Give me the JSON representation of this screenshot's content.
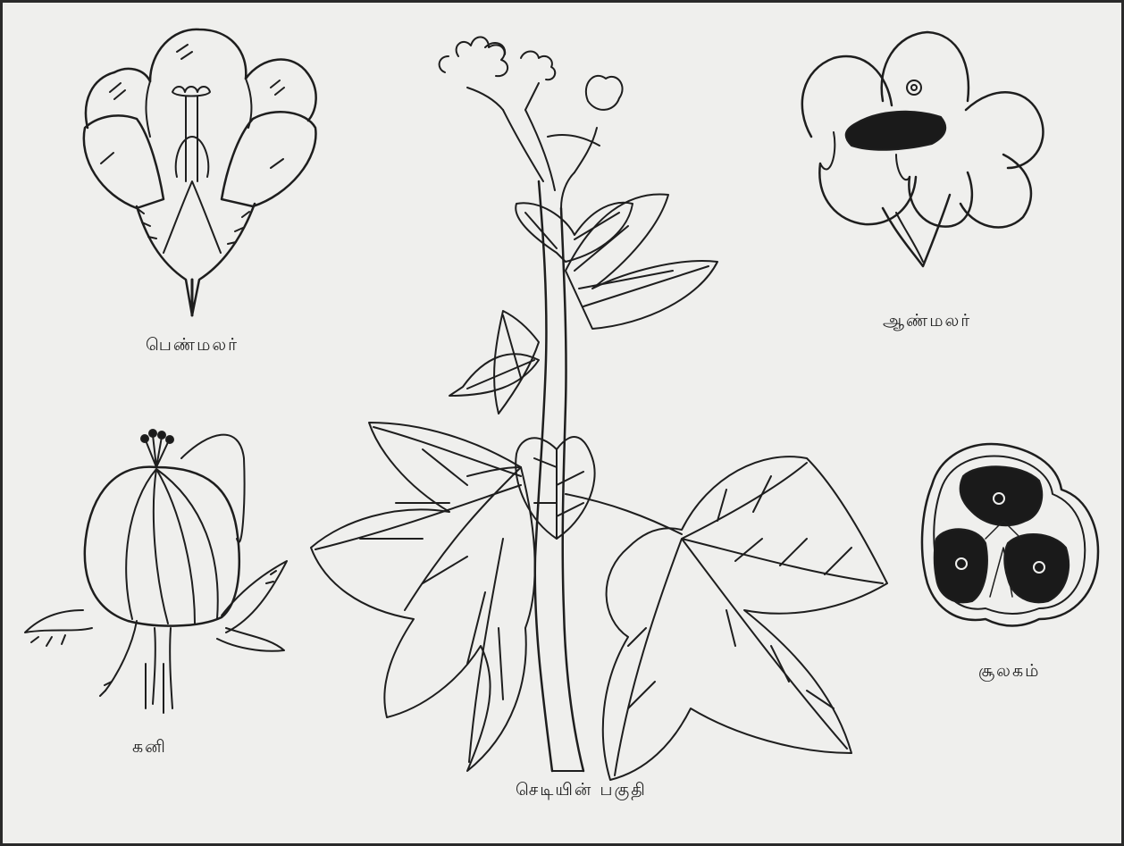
{
  "labels": {
    "female_flower": "பெண்மலர்",
    "male_flower": "ஆண்மலர்",
    "fruit": "கனி",
    "ovary_section": "சூலகம்",
    "plant_part": "செடியின் பகுதி"
  },
  "colors": {
    "ink": "#1e1e1e",
    "paper": "#efefed",
    "fill_dark": "#1a1a1a"
  }
}
